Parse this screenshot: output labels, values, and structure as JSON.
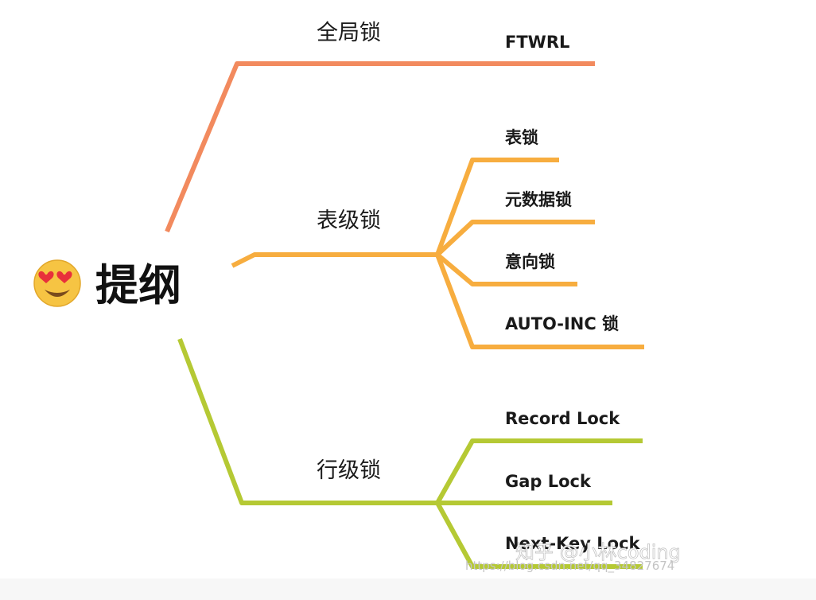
{
  "root": {
    "label": "提纲",
    "icon": "heart-eyes-emoji-icon"
  },
  "branches": [
    {
      "label": "全局锁",
      "color": "#f28a5e",
      "leaves": [
        {
          "label": "FTWRL"
        }
      ]
    },
    {
      "label": "表级锁",
      "color": "#f7ad3f",
      "leaves": [
        {
          "label": "表锁"
        },
        {
          "label": "元数据锁"
        },
        {
          "label": "意向锁"
        },
        {
          "label": "AUTO-INC 锁"
        }
      ]
    },
    {
      "label": "行级锁",
      "color": "#b5c934",
      "leaves": [
        {
          "label": "Record Lock"
        },
        {
          "label": "Gap Lock"
        },
        {
          "label": "Next-Key Lock"
        }
      ]
    }
  ],
  "watermark": {
    "brand": "知乎 @小林coding",
    "url": "https://blog.csdn.net/qq_34827674"
  }
}
